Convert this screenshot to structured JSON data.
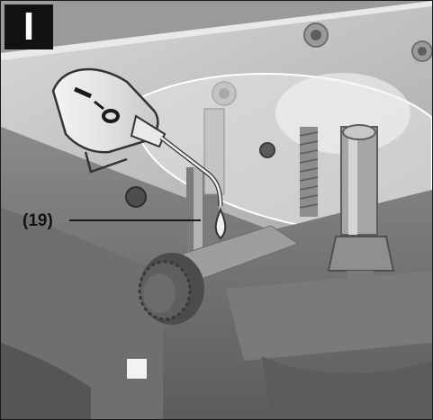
{
  "step_label": "I",
  "callout": {
    "label": "(19)"
  },
  "oil_bottle_marking": "I—O",
  "colors": {
    "base_grey": "#8f8f8f",
    "plate_grey": "#c9c9c9",
    "badge_black": "#111111"
  }
}
